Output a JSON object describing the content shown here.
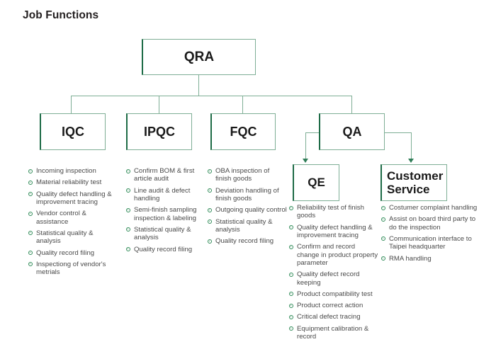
{
  "title": "Job Functions",
  "colors": {
    "box_border_light": "#7eae95",
    "box_border_accent": "#1d6b46",
    "connector": "#7eae95",
    "arrow": "#2f7d57",
    "bullet": "#2e8b57",
    "text_body": "#4a4a4a",
    "text_heading": "#1a1a1a",
    "background": "#ffffff"
  },
  "nodes": {
    "qra": {
      "label": "QRA"
    },
    "iqc": {
      "label": "IQC"
    },
    "ipqc": {
      "label": "IPQC"
    },
    "fqc": {
      "label": "FQC"
    },
    "qa": {
      "label": "QA"
    },
    "qe": {
      "label": "QE"
    },
    "customer_service": {
      "label": "Customer Service"
    }
  },
  "lists": {
    "iqc": [
      "Incoming  inspection",
      "Material reliability test",
      "Quality defect handling & improvement tracing",
      "Vendor control & assistance",
      "Statistical quality & analysis",
      "Quality record filing",
      "Inspectiong of vendor's metrials"
    ],
    "ipqc": [
      "Confirm BOM & first article audit",
      "Line audit & defect handling",
      "Semi-finish sampling inspection & labeling",
      "Statistical quality & analysis",
      "Quality record filing"
    ],
    "fqc": [
      "OBA inspection of finish goods",
      "Deviation handling of finish goods",
      "Outgoing quality control",
      "Statistical quality & analysis",
      "Quality record filing"
    ],
    "qe": [
      "Reliability test of finish goods",
      "Quality defect handling & improvement tracing",
      "Confirm and record change in product property parameter",
      "Quality defect record keeping",
      "Product compatibility test",
      "Product correct action",
      "Critical defect tracing",
      "Equipment calibration & record"
    ],
    "customer_service": [
      "Costumer complaint handling",
      "Assist on board third party to do the inspection",
      "Communication interface to Taipei headquarter",
      "RMA handling"
    ]
  }
}
